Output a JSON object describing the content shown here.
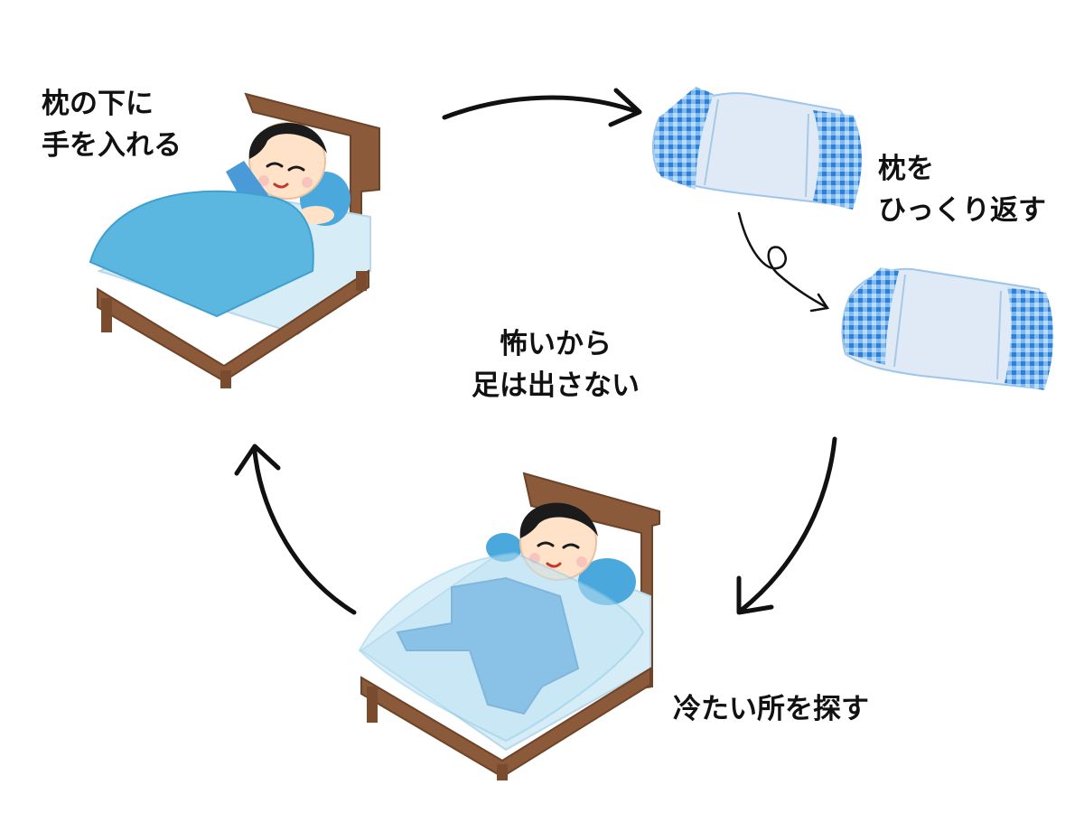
{
  "steps": {
    "hand_under_pillow": {
      "lines": [
        "枕の下に",
        "手を入れる"
      ]
    },
    "flip_pillow": {
      "lines": [
        "枕を",
        "ひっくり返す"
      ]
    },
    "find_cold_spot": {
      "lines": [
        "冷たい所を探す"
      ]
    }
  },
  "center": {
    "lines": [
      "怖いから",
      "足は出さない"
    ]
  },
  "colors": {
    "blanket": "#5bb7e0",
    "bed_wood": "#8a5a3a",
    "sheet": "#d6ecf7",
    "pillow_check": "#3d8fe0",
    "pillow_body": "#dfeaf6",
    "pajama": "#4a9ad8",
    "arrow": "#111111"
  }
}
